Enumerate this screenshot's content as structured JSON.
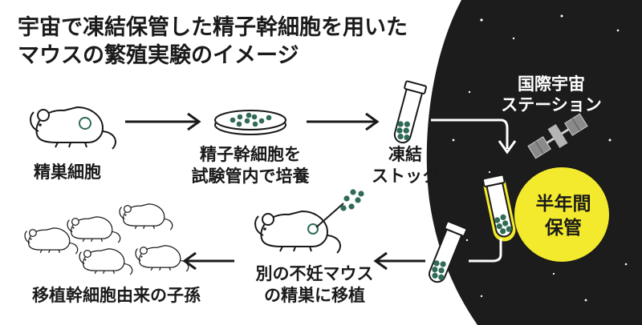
{
  "title": {
    "line1": "宇宙で凍結保管した精子幹細胞を用いた",
    "line2": "マウスの繁殖実験のイメージ"
  },
  "labels": {
    "testis": "精巣細胞",
    "culture_1": "精子幹細胞を",
    "culture_2": "試験管内で培養",
    "frozen_1": "凍結",
    "frozen_2": "ストック",
    "iss_1": "国際宇宙",
    "iss_2": "ステーション",
    "storage_1": "半年間",
    "storage_2": "保管",
    "transplant_1": "別の不妊マウス",
    "transplant_2": "の精巣に移植",
    "offspring": "移植幹細胞由来の子孫"
  },
  "colors": {
    "space": "#1c1c1c",
    "highlight": "#f3ea2e",
    "cells": "#2f6b55",
    "outline": "#1a1a1a"
  },
  "icons": [
    "mouse-icon",
    "petri-dish-icon",
    "test-tube-icon",
    "space-station-icon",
    "star-icon",
    "arrow-icon"
  ]
}
